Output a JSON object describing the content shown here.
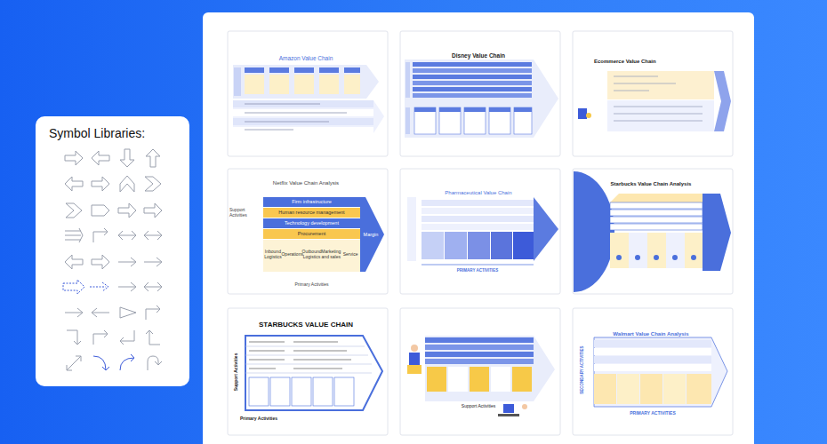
{
  "diagram": {
    "nodes": [
      {
        "text": [
          "Symbol Libraries:"
        ]
      },
      {
        "text": [
          "Amazon Value Chain"
        ]
      },
      {
        "text": [
          "Disney Value Chain"
        ]
      },
      {
        "text": [
          "Ecommerce Value Chain"
        ]
      },
      {
        "text": [
          "Netflix Value Chain Analysis"
        ]
      },
      {
        "text": [
          "Firm infrastructure"
        ],
        "in": 4
      },
      {
        "text": [
          "Human resource management"
        ],
        "in": 4
      },
      {
        "text": [
          "Technology development"
        ],
        "in": 4
      },
      {
        "text": [
          "Procurement"
        ],
        "in": 4
      },
      {
        "text": [
          "Inbound Logistics"
        ],
        "in": 4
      },
      {
        "text": [
          "Operations"
        ],
        "in": 4
      },
      {
        "text": [
          "Outbound Logistics"
        ],
        "in": 4
      },
      {
        "text": [
          "Marketing and sales"
        ],
        "in": 4
      },
      {
        "text": [
          "Service"
        ],
        "in": 4
      },
      {
        "text": [
          "Margin"
        ],
        "in": 4
      },
      {
        "text": [
          "Pharmaceutical Value Chain"
        ]
      },
      {
        "text": [
          "Starbucks Value Chain Analysis"
        ]
      },
      {
        "text": [
          "STARBUCKS VALUE CHAIN"
        ]
      },
      {
        "text": [
          "Support Activities"
        ]
      },
      {
        "text": [
          "Walmart Value Chain Analysis"
        ]
      }
    ],
    "labels": [
      "Support Activities",
      "Primary Activities",
      "PRIMARY ACTIVITIES",
      "Support Activities",
      "Primary Activities",
      "SECONDARY ACTIVITIES",
      "PRIMARY ACTIVITIES"
    ]
  }
}
